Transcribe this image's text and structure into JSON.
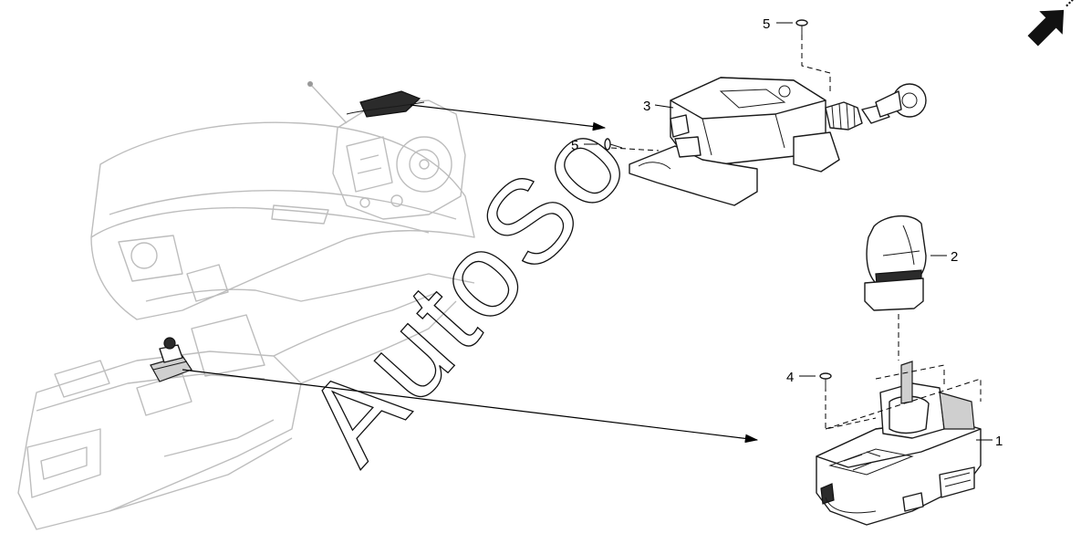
{
  "callouts": [
    {
      "id": "c1",
      "label": "1"
    },
    {
      "id": "c2",
      "label": "2"
    },
    {
      "id": "c3",
      "label": "3"
    },
    {
      "id": "c4",
      "label": "4"
    },
    {
      "id": "c5a",
      "label": "5"
    },
    {
      "id": "c5b",
      "label": "5"
    }
  ],
  "watermark": {
    "text": "AutoSo"
  },
  "icons": {
    "orientation": "front-arrow-icon"
  }
}
